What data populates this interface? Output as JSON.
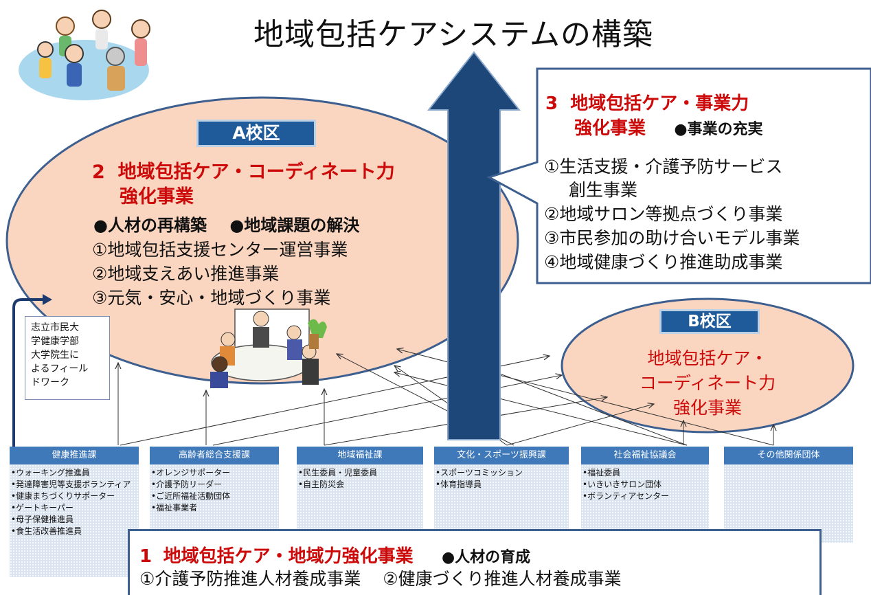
{
  "title": "地域包括ケアシステムの構築",
  "a_district": {
    "label": "A校区",
    "heading_num": "2",
    "heading_line1": "地域包括ケア・コーディネート力",
    "heading_line2": "強化事業",
    "bullet1": "●人材の再構築",
    "bullet2": "●地域課題の解決",
    "items": [
      "①地域包括支援センター運営事業",
      "②地域支えあい推進事業",
      "③元気・安心・地域づくり事業"
    ]
  },
  "callout3": {
    "heading_num": "3",
    "heading_line1": "地域包括ケア・事業力",
    "heading_line2": "強化事業",
    "bullet": "●事業の充実",
    "item1_line1": "①生活支援・介護予防サービス",
    "item1_line2": "創生事業",
    "items": [
      "②地域サロン等拠点づくり事業",
      "③市民参加の助け合いモデル事業",
      "④地域健康づくり推進助成事業"
    ]
  },
  "b_district": {
    "label": "B校区",
    "lines": [
      "地域包括ケア・",
      "コーディネート力",
      "強化事業"
    ]
  },
  "fieldwork_note": [
    "志立市民大",
    "学健康学部",
    "大学院生に",
    "よるフィール",
    "ドワーク"
  ],
  "orgs": [
    {
      "name": "健康推進課",
      "items": [
        "•ウォーキング推進員",
        "•発達障害児等支援ボランティア",
        "•健康まちづくりサポーター",
        "•ゲートキーパー",
        "•母子保健推進員",
        "•食生活改善推進員"
      ]
    },
    {
      "name": "高齢者総合支援課",
      "items": [
        "•オレンジサポーター",
        "•介護予防リーダー",
        "•ご近所福祉活動団体",
        "•福祉事業者"
      ]
    },
    {
      "name": "地域福祉課",
      "items": [
        "•民生委員・児童委員",
        "•自主防災会"
      ]
    },
    {
      "name": "文化・スポーツ振興課",
      "items": [
        "•スポーツコミッション",
        "•体育指導員"
      ]
    },
    {
      "name": "社会福祉協議会",
      "items": [
        "•福祉委員",
        "•いきいきサロン団体",
        "•ボランティアセンター"
      ]
    },
    {
      "name": "その他関係団体",
      "items": []
    }
  ],
  "bottom_box": {
    "heading_num": "1",
    "heading": "地域包括ケア・地域力強化事業",
    "bullet": "●人材の育成",
    "items": [
      "①介護予防推進人材養成事業",
      "②健康づくり推進人材養成事業"
    ]
  },
  "colors": {
    "ellipse_fill": "#fad5bf",
    "ellipse_stroke": "#3c5f8f",
    "arrow": "#1d4679",
    "label_box": "#1f5b9a",
    "org_head": "#3f79ba",
    "accent_red": "#cc0a0a"
  }
}
